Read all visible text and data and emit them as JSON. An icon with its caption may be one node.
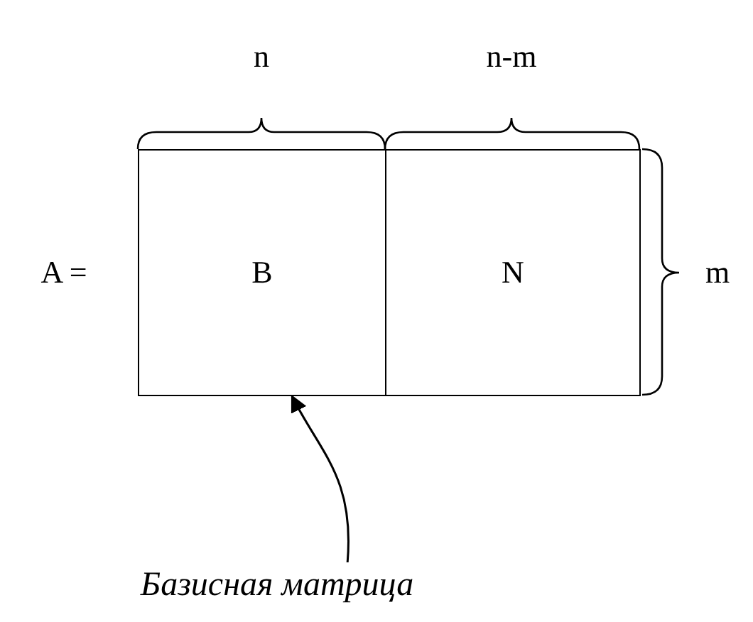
{
  "diagram": {
    "nodes": [
      {
        "text": [
          "B"
        ]
      },
      {
        "text": [
          "N"
        ]
      },
      {
        "text": [
          "Базисная матрица"
        ]
      }
    ],
    "edges": [
      {
        "from": 2,
        "to": 0,
        "arrow": "to"
      }
    ],
    "labels": [
      "n",
      "n-m",
      "A =",
      "m"
    ]
  }
}
